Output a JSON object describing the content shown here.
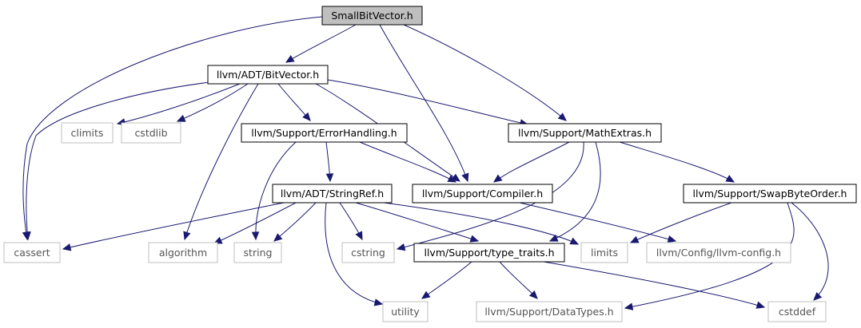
{
  "colors": {
    "edge": "#191970",
    "root_fill": "#bfbfbf",
    "node_border": "#000000",
    "external_border": "#bfbfbf",
    "external_text": "#555555"
  },
  "nodes": {
    "smallbitvector": "SmallBitVector.h",
    "bitvector": "llvm/ADT/BitVector.h",
    "climits": "climits",
    "cstdlib": "cstdlib",
    "errorhandling": "llvm/Support/ErrorHandling.h",
    "mathextras": "llvm/Support/MathExtras.h",
    "stringref": "llvm/ADT/StringRef.h",
    "compiler": "llvm/Support/Compiler.h",
    "swapbyteorder": "llvm/Support/SwapByteOrder.h",
    "cassert": "cassert",
    "algorithm": "algorithm",
    "string": "string",
    "cstring": "cstring",
    "type_traits": "llvm/Support/type_traits.h",
    "limits": "limits",
    "llvm_config": "llvm/Config/llvm-config.h",
    "utility": "utility",
    "datatypes": "llvm/Support/DataTypes.h",
    "cstddef": "cstddef"
  },
  "edges": [
    [
      "smallbitvector",
      "bitvector"
    ],
    [
      "smallbitvector",
      "cassert"
    ],
    [
      "smallbitvector",
      "compiler"
    ],
    [
      "smallbitvector",
      "mathextras"
    ],
    [
      "bitvector",
      "climits"
    ],
    [
      "bitvector",
      "cstdlib"
    ],
    [
      "bitvector",
      "errorhandling"
    ],
    [
      "bitvector",
      "compiler"
    ],
    [
      "bitvector",
      "mathextras"
    ],
    [
      "bitvector",
      "cassert"
    ],
    [
      "bitvector",
      "algorithm"
    ],
    [
      "errorhandling",
      "stringref"
    ],
    [
      "errorhandling",
      "compiler"
    ],
    [
      "errorhandling",
      "string"
    ],
    [
      "mathextras",
      "compiler"
    ],
    [
      "mathextras",
      "swapbyteorder"
    ],
    [
      "mathextras",
      "type_traits"
    ],
    [
      "mathextras",
      "cstring"
    ],
    [
      "stringref",
      "cassert"
    ],
    [
      "stringref",
      "algorithm"
    ],
    [
      "stringref",
      "string"
    ],
    [
      "stringref",
      "cstring"
    ],
    [
      "stringref",
      "type_traits"
    ],
    [
      "stringref",
      "limits"
    ],
    [
      "stringref",
      "utility"
    ],
    [
      "compiler",
      "llvm_config"
    ],
    [
      "swapbyteorder",
      "limits"
    ],
    [
      "swapbyteorder",
      "datatypes"
    ],
    [
      "swapbyteorder",
      "cstddef"
    ],
    [
      "type_traits",
      "utility"
    ],
    [
      "type_traits",
      "datatypes"
    ],
    [
      "type_traits",
      "cstddef"
    ]
  ]
}
